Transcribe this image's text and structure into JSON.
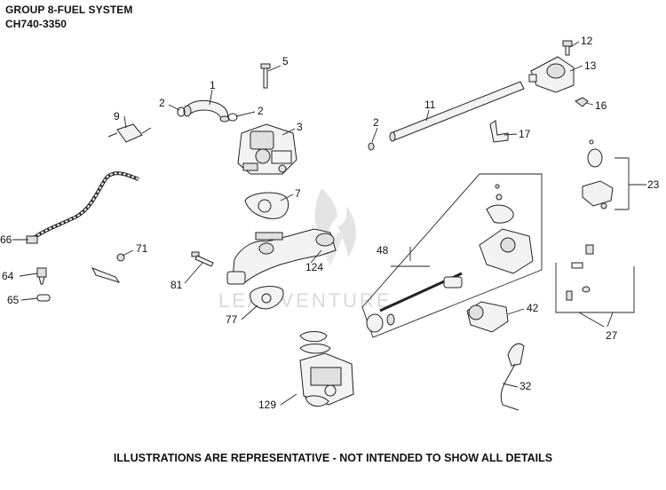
{
  "header": {
    "title": "GROUP 8-FUEL SYSTEM",
    "model": "CH740-3350"
  },
  "footer": {
    "note": "ILLUSTRATIONS ARE REPRESENTATIVE - NOT INTENDED TO SHOW ALL DETAILS"
  },
  "watermark": {
    "text": "LEADVENTURE"
  },
  "callouts": {
    "c1": "1",
    "c2a": "2",
    "c2b": "2",
    "c2c": "2",
    "c3": "3",
    "c5": "5",
    "c7": "7",
    "c9": "9",
    "c11": "11",
    "c12": "12",
    "c13": "13",
    "c16": "16",
    "c17": "17",
    "c23": "23",
    "c27": "27",
    "c32": "32",
    "c42": "42",
    "c48": "48",
    "c64": "64",
    "c65": "65",
    "c66": "66",
    "c71": "71",
    "c77": "77",
    "c81": "81",
    "c124": "124",
    "c129": "129"
  }
}
